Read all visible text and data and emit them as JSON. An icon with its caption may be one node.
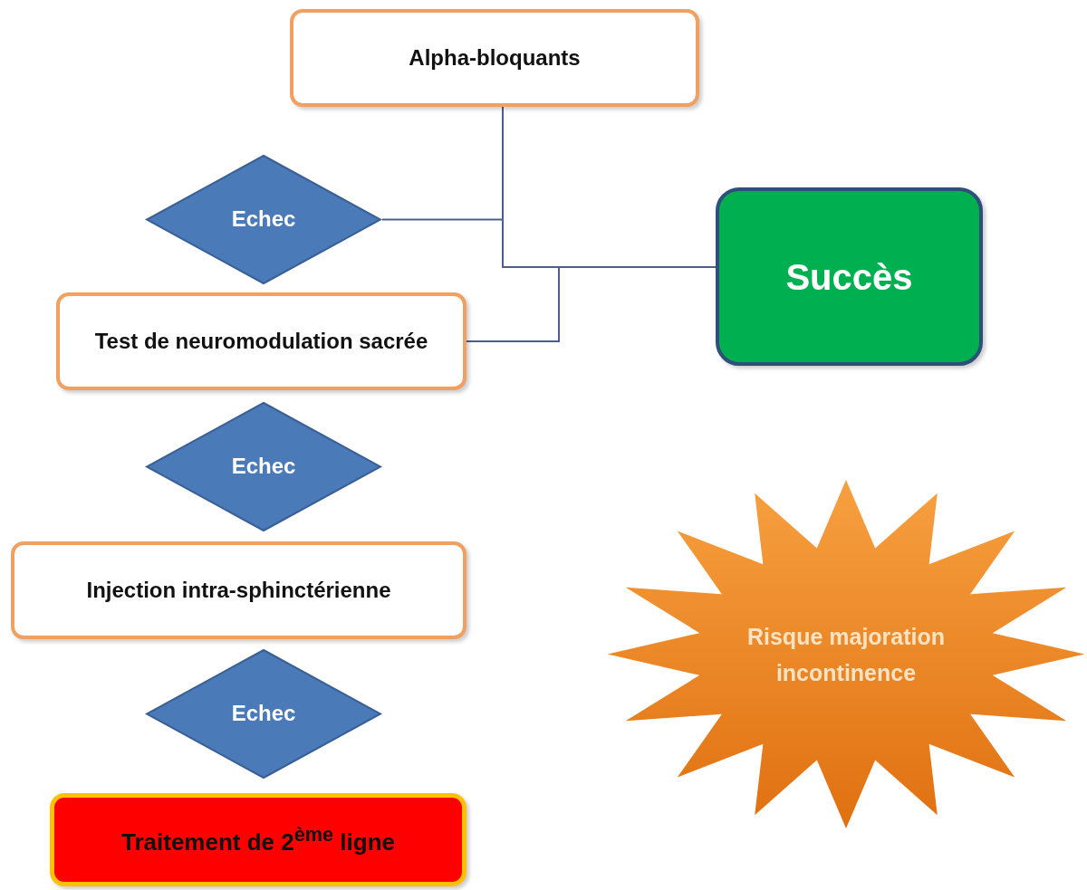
{
  "diagram": {
    "nodes": [
      {
        "text": [
          "Alpha-bloquants"
        ]
      },
      {
        "text": [
          "Echec"
        ]
      },
      {
        "text": [
          "Test de neuromodulation sacrée"
        ]
      },
      {
        "text": [
          "Echec"
        ]
      },
      {
        "text": [
          "Injection intra-sphinctérienne"
        ]
      },
      {
        "text": [
          "Echec"
        ]
      },
      {
        "text": [
          "Traitement de 2$^{ème}$ ligne"
        ]
      },
      {
        "text": [
          "Succès"
        ]
      },
      {
        "text": [
          "Risque majoration incontinence"
        ]
      }
    ],
    "edges": [
      {
        "from": 0,
        "to": 7,
        "arrow": "none"
      },
      {
        "from": 1,
        "to": 7,
        "arrow": "none"
      },
      {
        "from": 2,
        "to": 7,
        "arrow": "none"
      }
    ]
  }
}
